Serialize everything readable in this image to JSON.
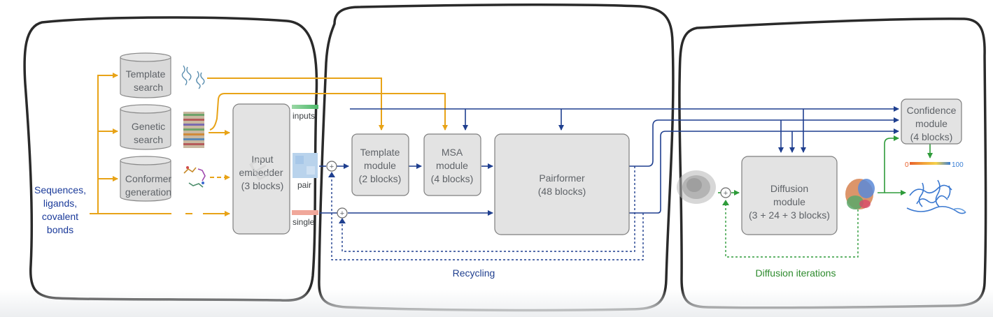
{
  "diagram": {
    "inputs_label": [
      "Sequences,",
      "ligands,",
      "covalent",
      "bonds"
    ],
    "template_search": [
      "Template",
      "search"
    ],
    "genetic_search": [
      "Genetic",
      "search"
    ],
    "conformer_generation": [
      "Conformer",
      "generation"
    ],
    "input_embedder": [
      "Input",
      "embedder",
      "(3 blocks)"
    ],
    "embed_outputs": {
      "inputs": "inputs",
      "pair": "pair",
      "single": "single"
    },
    "template_module": [
      "Template",
      "module",
      "(2 blocks)"
    ],
    "msa_module": [
      "MSA",
      "module",
      "(4 blocks)"
    ],
    "pairformer": [
      "Pairformer",
      "(48 blocks)"
    ],
    "diffusion_module": [
      "Diffusion",
      "module",
      "(3 + 24 + 3 blocks)"
    ],
    "confidence_module": [
      "Confidence",
      "module",
      "(4 blocks)"
    ],
    "recycling_label": "Recycling",
    "diffusion_iterations_label": "Diffusion iterations",
    "confidence_scale": {
      "min": "0",
      "max": "100"
    },
    "colors": {
      "data_path": "#e8a317",
      "pipeline": "#1f3f8f",
      "diffusion_path": "#2e9b3a",
      "input_label": "#1a3a9a",
      "recycling_label": "#1f3f8f",
      "diffusion_iter_label": "#2e8b2e"
    }
  }
}
